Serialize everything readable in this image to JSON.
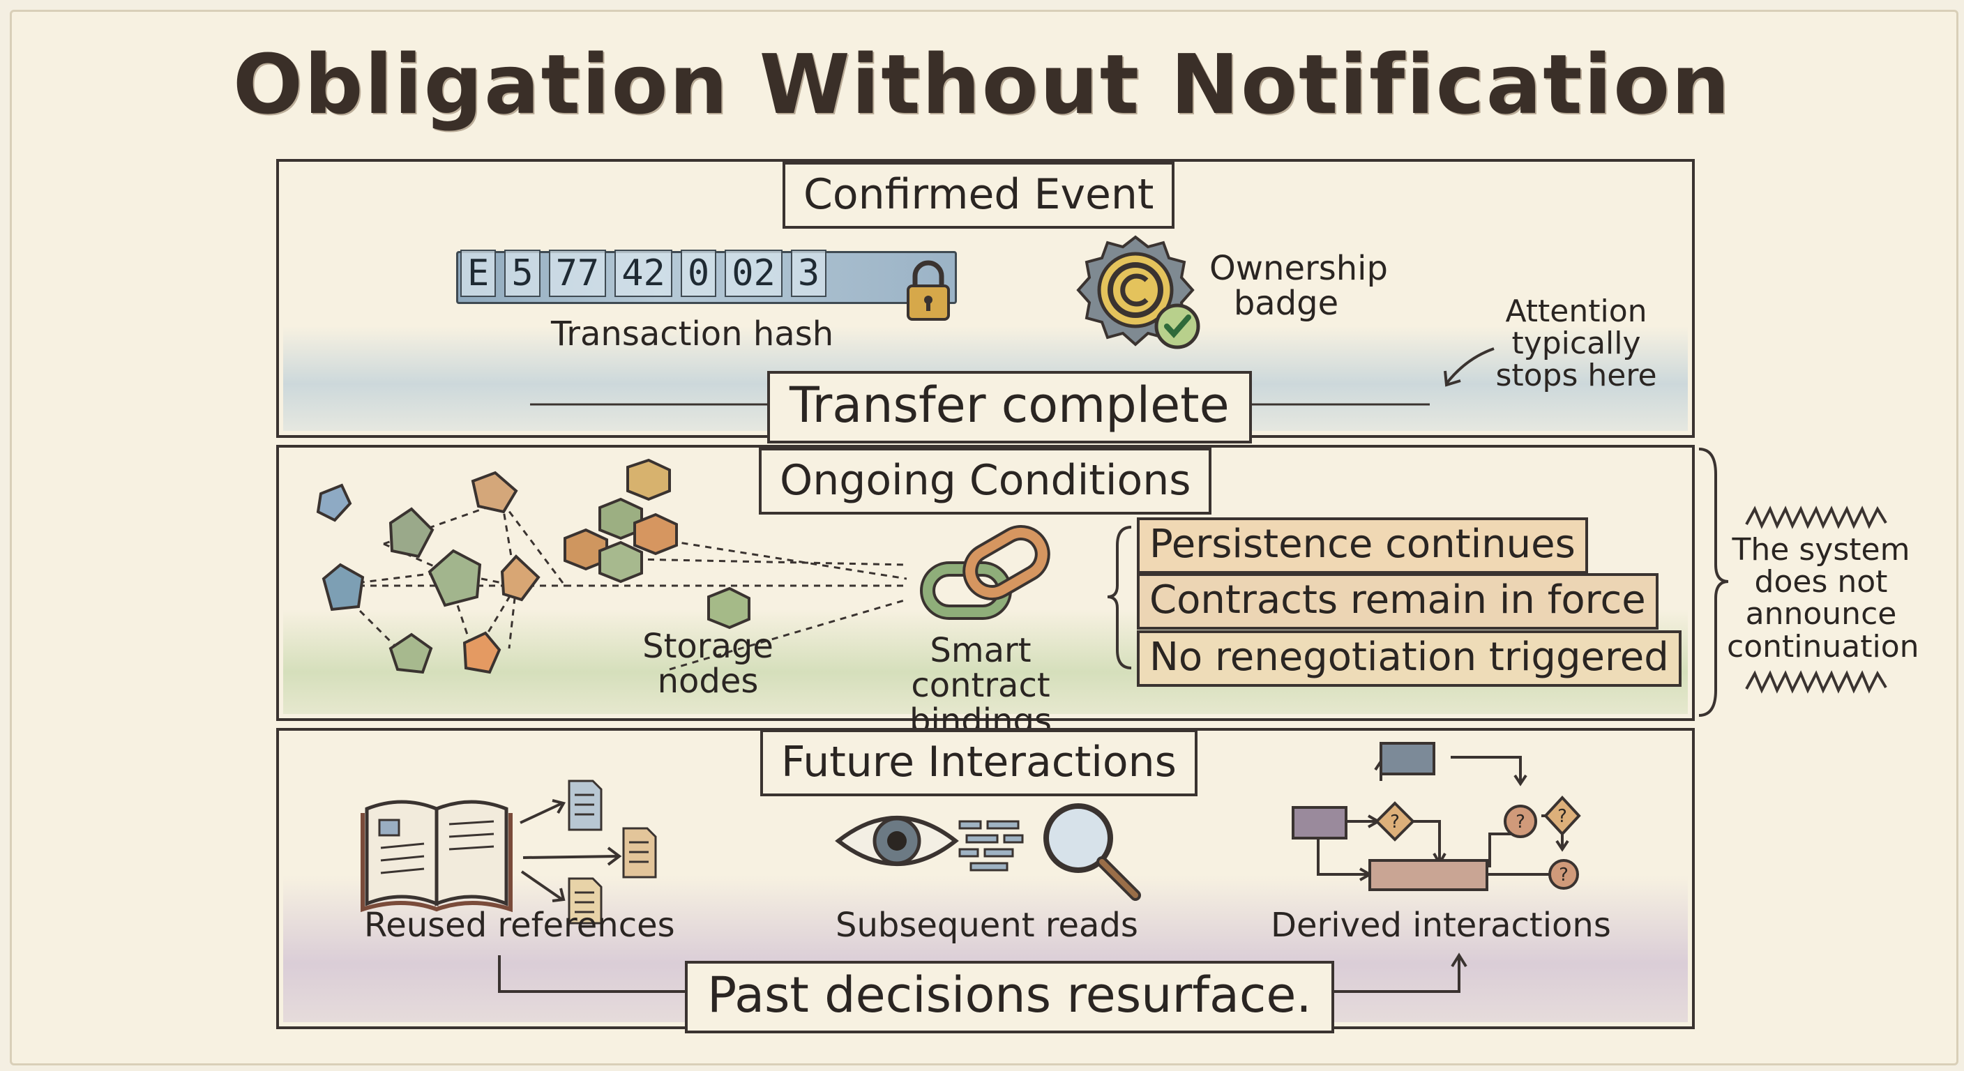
{
  "title": "Obligation Without Notification",
  "panels": {
    "confirmed": {
      "heading": "Confirmed Event",
      "hash_segments": [
        "E",
        "5",
        "77",
        "42",
        "0",
        "02",
        "3"
      ],
      "hash_label": "Transaction hash",
      "badge_label": "Ownership badge",
      "banner": "Transfer complete",
      "note": "Attention typically stops here"
    },
    "ongoing": {
      "heading": "Ongoing Conditions",
      "storage_label": "Storage nodes",
      "contract_label": "Smart contract bindings",
      "conditions": [
        "Persistence continues",
        "Contracts remain in force",
        "No renegotiation triggered"
      ]
    },
    "future": {
      "heading": "Future Interactions",
      "reused_label": "Reused references",
      "reads_label": "Subsequent reads",
      "derived_label": "Derived interactions",
      "banner": "Past decisions resurface."
    }
  },
  "side_note": "The system does not announce continuation",
  "colors": {
    "ink": "#3a3330",
    "paper": "#f7f1e1",
    "wash_blue": "#aac4d6",
    "wash_green": "#b4cd96",
    "wash_violet": "#beaacd",
    "highlight": "#f0d8b4"
  }
}
